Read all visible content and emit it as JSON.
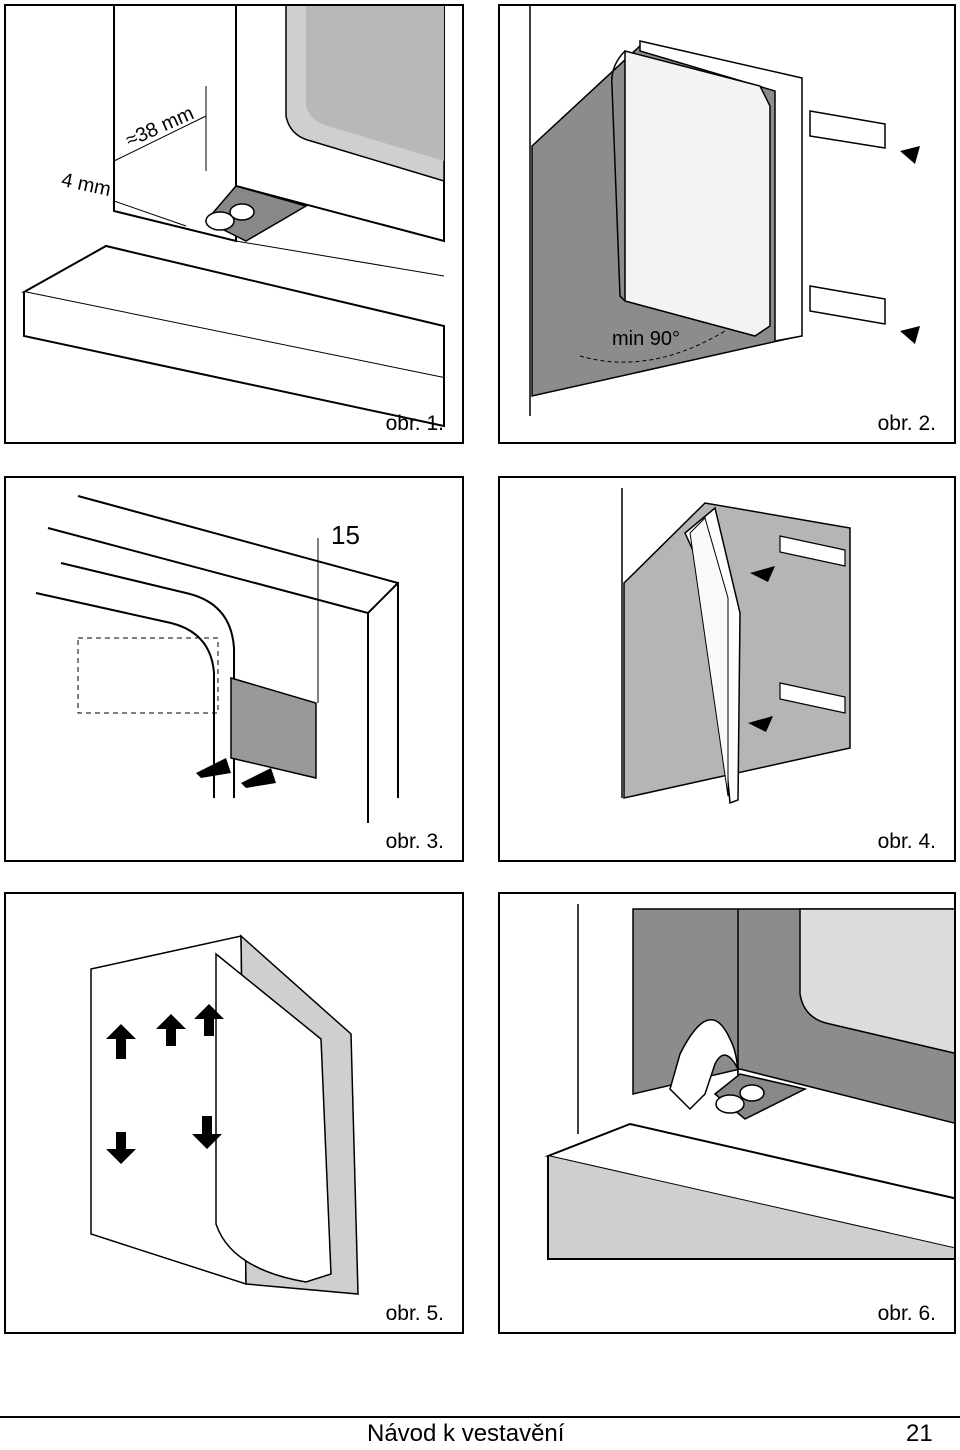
{
  "figures": [
    {
      "caption": "obr. 1.",
      "dims": [
        "≈38 mm",
        "4 mm"
      ]
    },
    {
      "caption": "obr. 2.",
      "dims": [
        "min 90°"
      ]
    },
    {
      "caption": "obr. 3.",
      "dims": [
        "15"
      ]
    },
    {
      "caption": "obr. 4.",
      "dims": []
    },
    {
      "caption": "obr. 5.",
      "dims": []
    },
    {
      "caption": "obr. 6.",
      "dims": []
    }
  ],
  "footer": {
    "title": "Návod k vestavění",
    "page": "21"
  }
}
